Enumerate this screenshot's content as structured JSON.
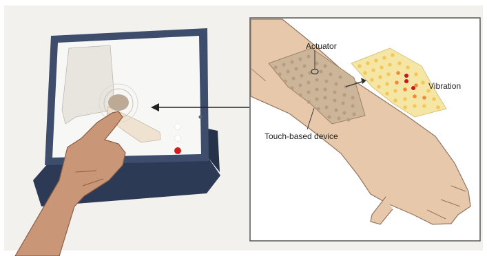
{
  "labels": {
    "actuator": "Actuator",
    "vibration": "Vibration",
    "touch_device": "Touch-based device"
  },
  "colors": {
    "background": "#f3f1ee",
    "tablet_frame": "#3d4d6b",
    "tablet_cover": "#2d3a55",
    "skin": "#e8c8ab",
    "device_patch": "#cdb59a",
    "actuator_dot": "#b89c80",
    "vibration_panel": "#f6e6a6",
    "vibration_dot_low": "#f1c95b",
    "vibration_dot_mid": "#ee8a3a",
    "vibration_dot_high": "#c61a1a",
    "screen_bg": "#f7f7f5",
    "hand": "#c99777"
  },
  "icons": {
    "tablet": "tablet-illustration",
    "hand": "pointing-hand-icon",
    "arm": "forearm-illustration",
    "arrow": "arrow-left-icon"
  }
}
